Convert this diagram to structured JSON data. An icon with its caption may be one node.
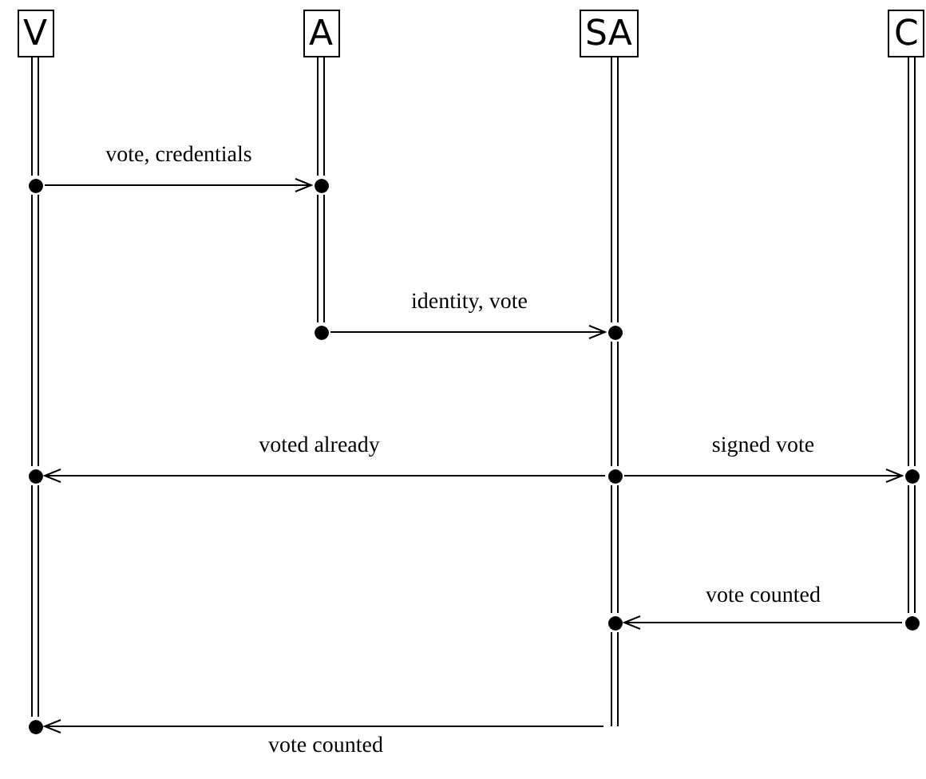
{
  "diagram": {
    "nodes": [
      {
        "text": [
          "V"
        ]
      },
      {
        "text": [
          "A"
        ]
      },
      {
        "text": [
          "SA"
        ]
      },
      {
        "text": [
          "C"
        ]
      },
      {
        "text": [],
        "shape": "circle"
      },
      {
        "text": [],
        "shape": "circle"
      },
      {
        "text": [],
        "shape": "circle"
      },
      {
        "text": [],
        "shape": "circle"
      },
      {
        "text": [],
        "shape": "circle"
      },
      {
        "text": [],
        "shape": "circle"
      },
      {
        "text": [],
        "shape": "circle"
      },
      {
        "text": [],
        "shape": "circle"
      },
      {
        "text": [],
        "shape": "circle"
      },
      {
        "text": [],
        "shape": "circle"
      }
    ],
    "edges": [
      {
        "from": 4,
        "to": 5,
        "arrow": "to",
        "label": "vote, credentials"
      },
      {
        "from": 6,
        "to": 7,
        "arrow": "to",
        "label": "identity, vote"
      },
      {
        "from": 9,
        "to": 8,
        "arrow": "to",
        "label": "voted already"
      },
      {
        "from": 9,
        "to": 10,
        "arrow": "to",
        "label": "signed vote"
      },
      {
        "from": 12,
        "to": 11,
        "arrow": "to",
        "label": "vote counted"
      },
      {
        "from": null,
        "to": 13,
        "arrow": "to",
        "label": "vote counted"
      },
      {
        "from": 0,
        "to": 4,
        "arrow": "none"
      },
      {
        "from": 4,
        "to": 8,
        "arrow": "none"
      },
      {
        "from": 8,
        "to": 13,
        "arrow": "none"
      },
      {
        "from": 1,
        "to": 5,
        "arrow": "none"
      },
      {
        "from": 5,
        "to": 6,
        "arrow": "none"
      },
      {
        "from": 2,
        "to": 7,
        "arrow": "none"
      },
      {
        "from": 7,
        "to": 9,
        "arrow": "none"
      },
      {
        "from": 9,
        "to": 11,
        "arrow": "none"
      },
      {
        "from": 11,
        "to": null,
        "arrow": "none"
      },
      {
        "from": 3,
        "to": 10,
        "arrow": "none"
      },
      {
        "from": 10,
        "to": 12,
        "arrow": "none"
      }
    ]
  }
}
